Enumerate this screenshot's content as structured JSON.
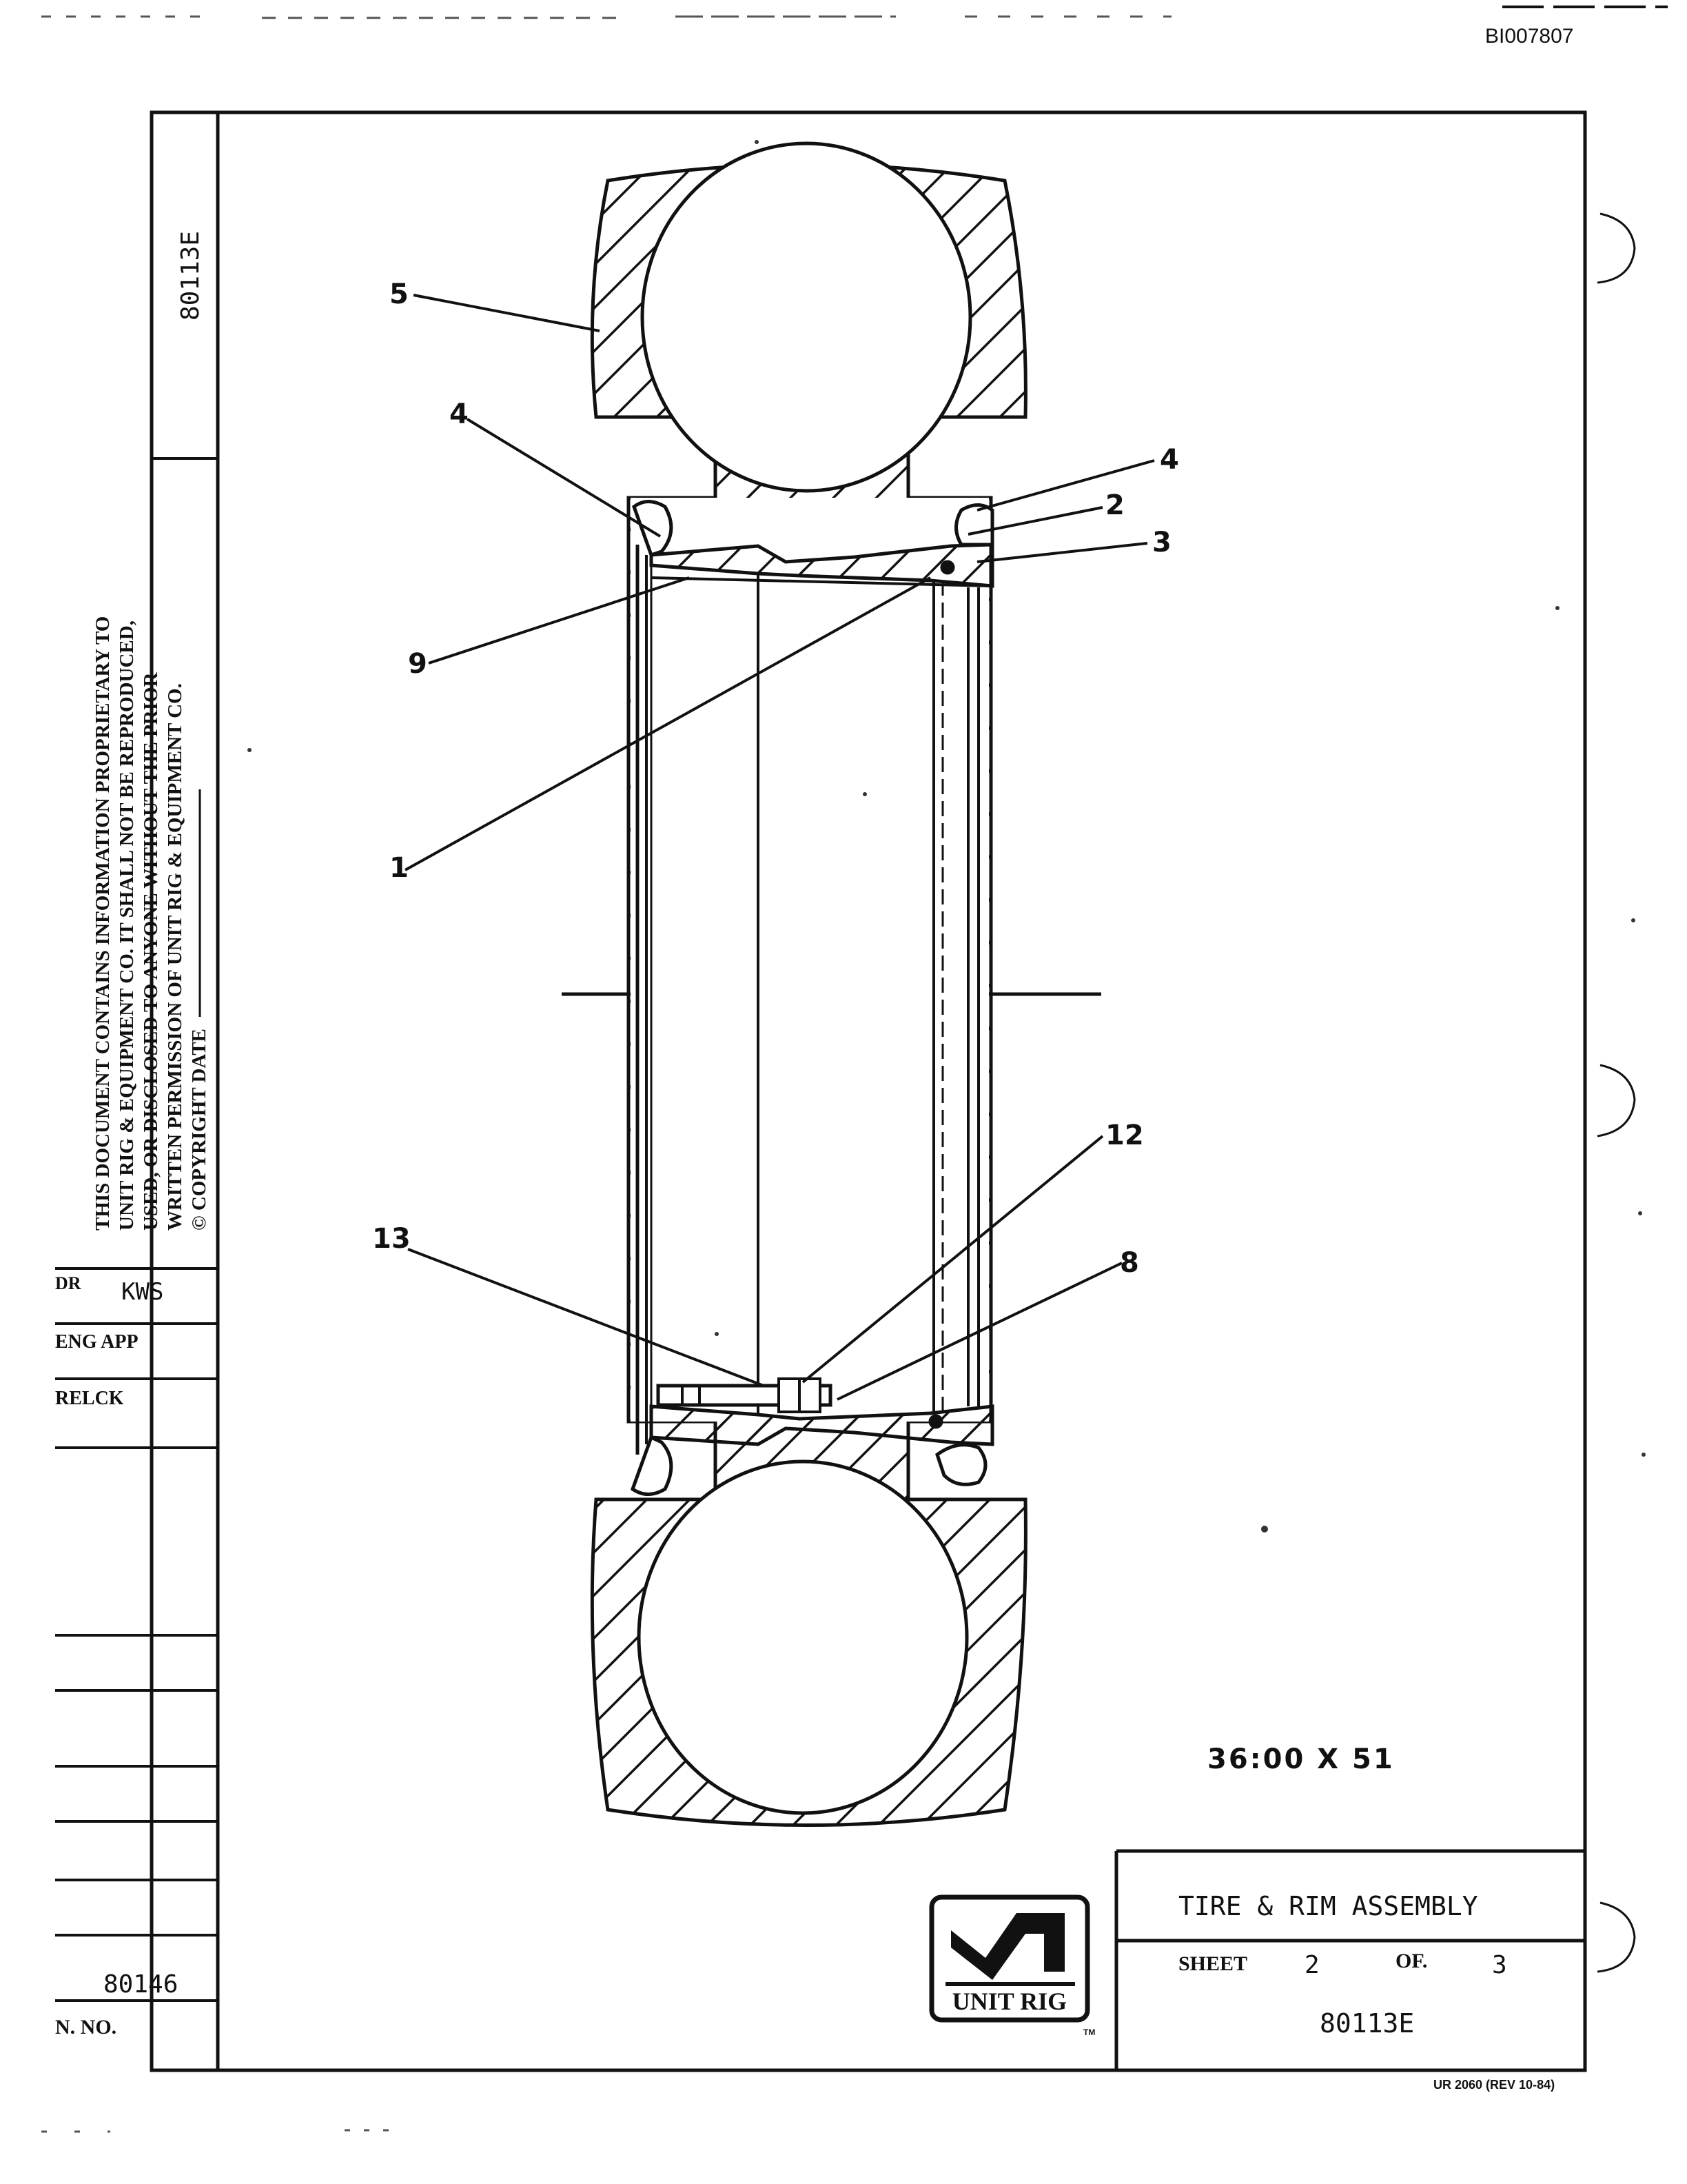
{
  "doc_id": "BI007807",
  "drawing_number": "80113E",
  "proprietary_notice": {
    "lines": [
      "THIS DOCUMENT CONTAINS INFORMATION PROPRIETARY TO",
      "UNIT RIG & EQUIPMENT CO. IT SHALL NOT BE REPRODUCED,",
      "USED, OR DISCLOSED TO ANYONE WITHOUT THE PRIOR",
      "WRITTEN PERMISSION OF UNIT RIG & EQUIPMENT CO.",
      "© COPYRIGHT  DATE"
    ]
  },
  "signoff": {
    "dr_label": "DR",
    "dr_value": "KWS",
    "eng_app_label": "ENG APP",
    "relck_label": "RELCK",
    "related_number": "80146",
    "number_label": "N. NO."
  },
  "callouts": [
    "5",
    "4",
    "4",
    "2",
    "3",
    "9",
    "1",
    "12",
    "13",
    "8"
  ],
  "tire_size": "36:00 X 51",
  "title_block": {
    "title": "TIRE & RIM ASSEMBLY",
    "sheet_label": "SHEET",
    "sheet_number": "2",
    "of_label": "OF.",
    "sheet_total": "3",
    "drawing_number": "80113E"
  },
  "logo": {
    "text": "UNIT RIG",
    "tm": "TM"
  },
  "form_number": "UR 2060 (REV 10-84)"
}
